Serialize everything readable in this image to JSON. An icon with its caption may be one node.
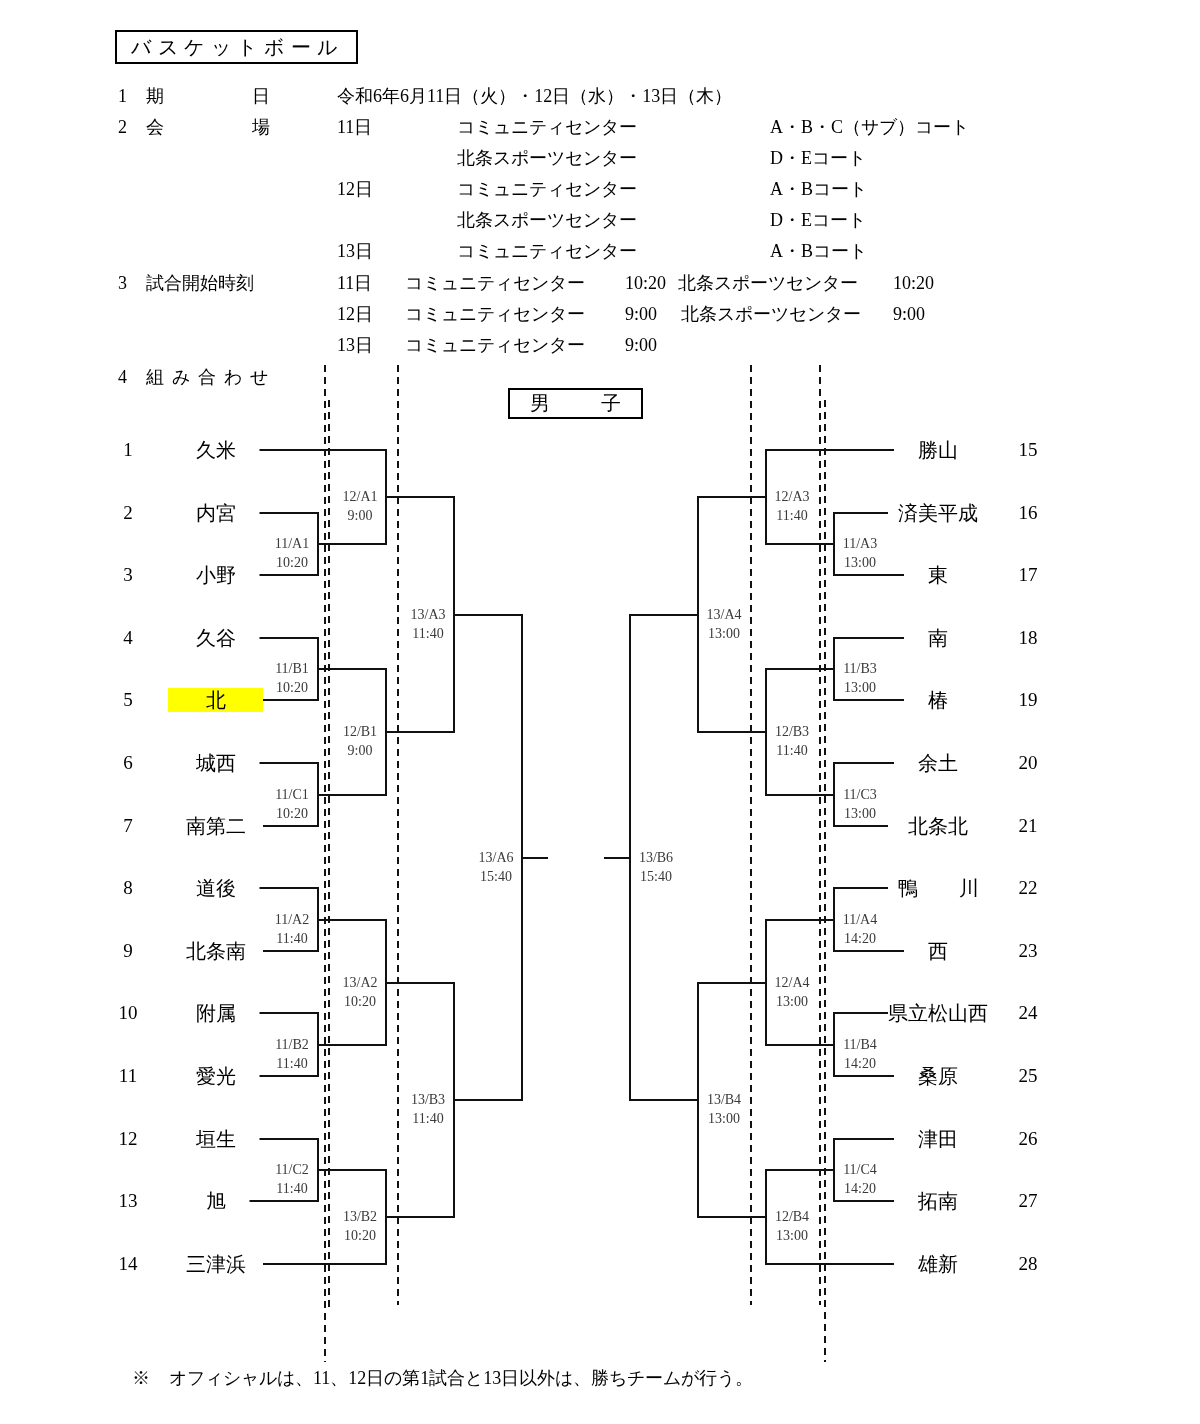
{
  "diagram": {
    "title": "バスケットボール",
    "caption": "※ オフィシャルは、11、12日の第1試合と13日以外は、勝ちチームが行う。",
    "nodes": [
      {
        "text": [
          "男 子"
        ]
      },
      {
        "text": [
          "久米"
        ],
        "beside": [
          "1"
        ]
      },
      {
        "text": [
          "内宮"
        ],
        "beside": [
          "2"
        ]
      },
      {
        "text": [
          "小野"
        ],
        "beside": [
          "3"
        ]
      },
      {
        "text": [
          "久谷"
        ],
        "beside": [
          "4"
        ]
      },
      {
        "text": [
          "北"
        ],
        "beside": [
          "5"
        ]
      },
      {
        "text": [
          "城西"
        ],
        "beside": [
          "6"
        ]
      },
      {
        "text": [
          "南第二"
        ],
        "beside": [
          "7"
        ]
      },
      {
        "text": [
          "道後"
        ],
        "beside": [
          "8"
        ]
      },
      {
        "text": [
          "北条南"
        ],
        "beside": [
          "9"
        ]
      },
      {
        "text": [
          "附属"
        ],
        "beside": [
          "10"
        ]
      },
      {
        "text": [
          "愛光"
        ],
        "beside": [
          "11"
        ]
      },
      {
        "text": [
          "垣生"
        ],
        "beside": [
          "12"
        ]
      },
      {
        "text": [
          "旭"
        ],
        "beside": [
          "13"
        ]
      },
      {
        "text": [
          "三津浜"
        ],
        "beside": [
          "14"
        ]
      },
      {
        "text": [
          "勝山"
        ],
        "beside": [
          "15"
        ]
      },
      {
        "text": [
          "済美平成"
        ],
        "beside": [
          "16"
        ]
      },
      {
        "text": [
          "東"
        ],
        "beside": [
          "17"
        ]
      },
      {
        "text": [
          "南"
        ],
        "beside": [
          "18"
        ]
      },
      {
        "text": [
          "椿"
        ],
        "beside": [
          "19"
        ]
      },
      {
        "text": [
          "余土"
        ],
        "beside": [
          "20"
        ]
      },
      {
        "text": [
          "北条北"
        ],
        "beside": [
          "21"
        ]
      },
      {
        "text": [
          "鴨 川"
        ],
        "beside": [
          "22"
        ]
      },
      {
        "text": [
          "西"
        ],
        "beside": [
          "23"
        ]
      },
      {
        "text": [
          "県立松山西"
        ],
        "beside": [
          "24"
        ]
      },
      {
        "text": [
          "桑原"
        ],
        "beside": [
          "25"
        ]
      },
      {
        "text": [
          "津田"
        ],
        "beside": [
          "26"
        ]
      },
      {
        "text": [
          "拓南"
        ],
        "beside": [
          "27"
        ]
      },
      {
        "text": [
          "雄新"
        ],
        "beside": [
          "28"
        ]
      },
      {
        "text": [
          "11/A1",
          "10:20"
        ]
      },
      {
        "text": [
          "12/A1",
          "9:00"
        ]
      },
      {
        "text": [
          "11/B1",
          "10:20"
        ]
      },
      {
        "text": [
          "11/C1",
          "10:20"
        ]
      },
      {
        "text": [
          "12/B1",
          "9:00"
        ]
      },
      {
        "text": [
          "13/A3",
          "11:40"
        ]
      },
      {
        "text": [
          "11/A2",
          "11:40"
        ]
      },
      {
        "text": [
          "11/B2",
          "11:40"
        ]
      },
      {
        "text": [
          "13/A2",
          "10:20"
        ]
      },
      {
        "text": [
          "11/C2",
          "11:40"
        ]
      },
      {
        "text": [
          "13/B2",
          "10:20"
        ]
      },
      {
        "text": [
          "13/B3",
          "11:40"
        ]
      },
      {
        "text": [
          "13/A6",
          "15:40"
        ]
      },
      {
        "text": [
          "11/A3",
          "13:00"
        ]
      },
      {
        "text": [
          "12/A3",
          "11:40"
        ]
      },
      {
        "text": [
          "11/B3",
          "13:00"
        ]
      },
      {
        "text": [
          "11/C3",
          "13:00"
        ]
      },
      {
        "text": [
          "12/B3",
          "11:40"
        ]
      },
      {
        "text": [
          "13/A4",
          "13:00"
        ]
      },
      {
        "text": [
          "11/A4",
          "14:20"
        ]
      },
      {
        "text": [
          "11/B4",
          "14:20"
        ]
      },
      {
        "text": [
          "12/A4",
          "13:00"
        ]
      },
      {
        "text": [
          "11/C4",
          "14:20"
        ]
      },
      {
        "text": [
          "12/B4",
          "13:00"
        ]
      },
      {
        "text": [
          "13/B4",
          "13:00"
        ]
      },
      {
        "text": [
          "13/B6",
          "15:40"
        ]
      }
    ],
    "edges": [
      {
        "from": 2,
        "to": 29,
        "arrow": "none"
      },
      {
        "from": 3,
        "to": 29,
        "arrow": "none"
      },
      {
        "from": 1,
        "to": 30,
        "arrow": "none"
      },
      {
        "from": 29,
        "to": 30,
        "arrow": "none"
      },
      {
        "from": 4,
        "to": 31,
        "arrow": "none"
      },
      {
        "from": 5,
        "to": 31,
        "arrow": "none"
      },
      {
        "from": 6,
        "to": 32,
        "arrow": "none"
      },
      {
        "from": 7,
        "to": 32,
        "arrow": "none"
      },
      {
        "from": 31,
        "to": 33,
        "arrow": "none"
      },
      {
        "from": 32,
        "to": 33,
        "arrow": "none"
      },
      {
        "from": 30,
        "to": 34,
        "arrow": "none"
      },
      {
        "from": 33,
        "to": 34,
        "arrow": "none"
      },
      {
        "from": 8,
        "to": 35,
        "arrow": "none"
      },
      {
        "from": 9,
        "to": 35,
        "arrow": "none"
      },
      {
        "from": 10,
        "to": 36,
        "arrow": "none"
      },
      {
        "from": 11,
        "to": 36,
        "arrow": "none"
      },
      {
        "from": 35,
        "to": 37,
        "arrow": "none"
      },
      {
        "from": 36,
        "to": 37,
        "arrow": "none"
      },
      {
        "from": 12,
        "to": 38,
        "arrow": "none"
      },
      {
        "from": 13,
        "to": 38,
        "arrow": "none"
      },
      {
        "from": 38,
        "to": 39,
        "arrow": "none"
      },
      {
        "from": 14,
        "to": 39,
        "arrow": "none"
      },
      {
        "from": 37,
        "to": 40,
        "arrow": "none"
      },
      {
        "from": 39,
        "to": 40,
        "arrow": "none"
      },
      {
        "from": 34,
        "to": 41,
        "arrow": "none"
      },
      {
        "from": 40,
        "to": 41,
        "arrow": "none"
      },
      {
        "from": 41,
        "to": null,
        "arrow": "none"
      },
      {
        "from": 16,
        "to": 42,
        "arrow": "none"
      },
      {
        "from": 17,
        "to": 42,
        "arrow": "none"
      },
      {
        "from": 15,
        "to": 43,
        "arrow": "none"
      },
      {
        "from": 42,
        "to": 43,
        "arrow": "none"
      },
      {
        "from": 18,
        "to": 44,
        "arrow": "none"
      },
      {
        "from": 19,
        "to": 44,
        "arrow": "none"
      },
      {
        "from": 20,
        "to": 45,
        "arrow": "none"
      },
      {
        "from": 21,
        "to": 45,
        "arrow": "none"
      },
      {
        "from": 44,
        "to": 46,
        "arrow": "none"
      },
      {
        "from": 45,
        "to": 46,
        "arrow": "none"
      },
      {
        "from": 43,
        "to": 47,
        "arrow": "none"
      },
      {
        "from": 46,
        "to": 47,
        "arrow": "none"
      },
      {
        "from": 22,
        "to": 48,
        "arrow": "none"
      },
      {
        "from": 23,
        "to": 48,
        "arrow": "none"
      },
      {
        "from": 24,
        "to": 49,
        "arrow": "none"
      },
      {
        "from": 25,
        "to": 49,
        "arrow": "none"
      },
      {
        "from": 48,
        "to": 50,
        "arrow": "none"
      },
      {
        "from": 49,
        "to": 50,
        "arrow": "none"
      },
      {
        "from": 26,
        "to": 51,
        "arrow": "none"
      },
      {
        "from": 27,
        "to": 51,
        "arrow": "none"
      },
      {
        "from": 51,
        "to": 52,
        "arrow": "none"
      },
      {
        "from": 28,
        "to": 52,
        "arrow": "none"
      },
      {
        "from": 50,
        "to": 53,
        "arrow": "none"
      },
      {
        "from": 52,
        "to": 53,
        "arrow": "none"
      },
      {
        "from": 47,
        "to": 54,
        "arrow": "none"
      },
      {
        "from": 53,
        "to": 54,
        "arrow": "none"
      },
      {
        "from": 54,
        "to": null,
        "arrow": "none"
      }
    ],
    "labels": [
      "1",
      "期 日",
      "令和6年6月11日（火）・12日（水）・13日（木）",
      "2",
      "会 場",
      "11日",
      "コミュニティセンター",
      "A・B・C（サブ）コート",
      "北条スポーツセンター",
      "D・Eコート",
      "12日",
      "コミュニティセンター",
      "A・Bコート",
      "北条スポーツセンター",
      "D・Eコート",
      "13日",
      "コミュニティセンター",
      "A・Bコート",
      "3",
      "試合開始時刻",
      "11日",
      "コミュニティセンター",
      "10:20",
      "北条スポーツセンター",
      "10:20",
      "12日",
      "コミュニティセンター",
      "9:00",
      "北条スポーツセンター",
      "9:00",
      "13日",
      "コミュニティセンター",
      "9:00",
      "4",
      "組み合わせ"
    ]
  }
}
